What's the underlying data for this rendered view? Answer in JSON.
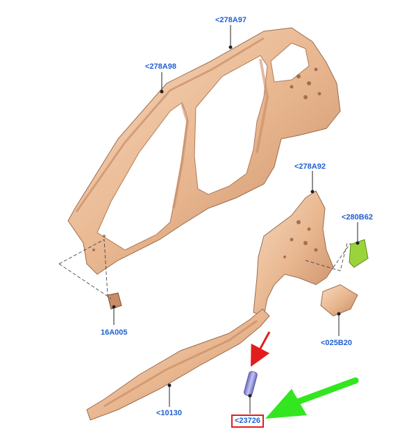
{
  "diagram": {
    "callouts": {
      "p278A97": "<278A97",
      "p278A98": "<278A98",
      "p278A92": "<278A92",
      "p280B62": "<280B62",
      "p16A005": "16A005",
      "p025B20": "<025B20",
      "p10130": "<10130",
      "p23726": "<23726"
    },
    "colors": {
      "panel_fill": "#e9b891",
      "panel_shade": "#c98d66",
      "panel_light": "#f6d9c0",
      "panel_edge": "#9a6a4c",
      "callout_text": "#1f5fd1",
      "highlight_box": "#e11d1d",
      "red_arrow": "#e11d1d",
      "green_arrow": "#33e61f",
      "bracket_green": "#9bd43a",
      "tube_purple": "#8f8fd8"
    },
    "icons": [
      "red-curved-arrow-icon",
      "green-pointer-arrow-icon"
    ]
  }
}
